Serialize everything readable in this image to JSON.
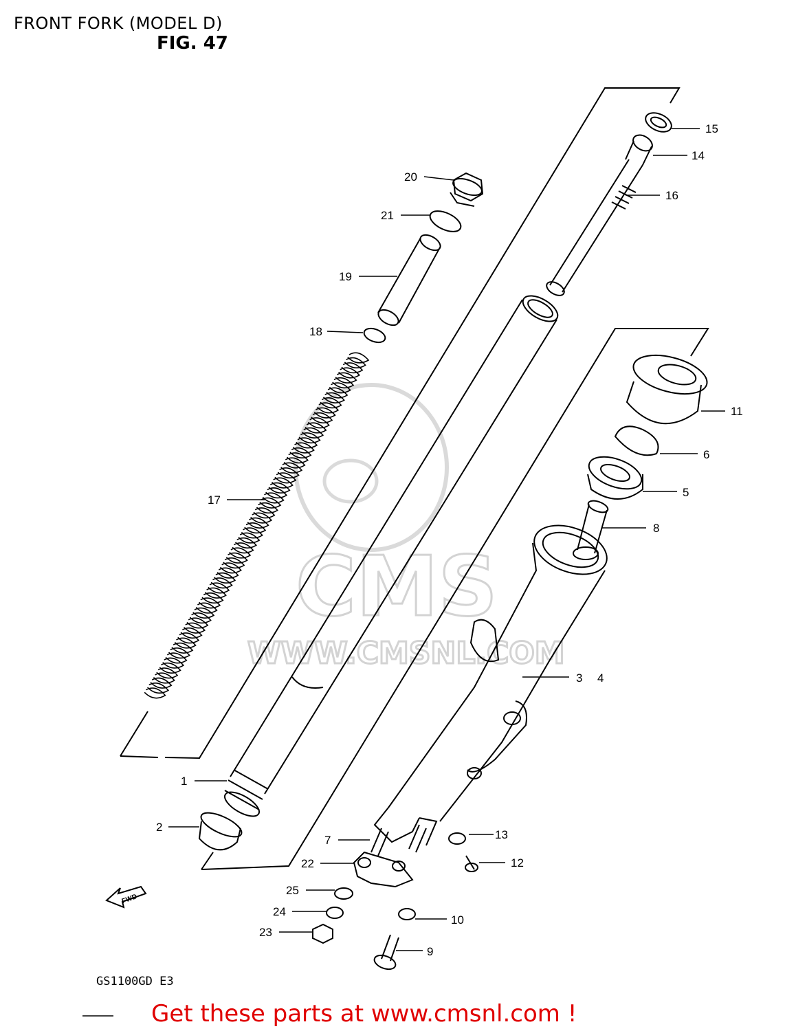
{
  "header": {
    "title": "FRONT FORK (MODEL D)",
    "figure": "FIG. 47"
  },
  "watermark": {
    "brand": "CMS",
    "url": "WWW.CMSNL.COM"
  },
  "fwd_arrow_label": "FWD",
  "model_code": "GS1100GD  E3",
  "footer": {
    "link_text": "Get these parts at www.cmsnl.com !",
    "link_color": "#e00000"
  },
  "callouts": [
    {
      "id": "15",
      "text": "15"
    },
    {
      "id": "14",
      "text": "14"
    },
    {
      "id": "16",
      "text": "16"
    },
    {
      "id": "20",
      "text": "20"
    },
    {
      "id": "21",
      "text": "21"
    },
    {
      "id": "19",
      "text": "19"
    },
    {
      "id": "18",
      "text": "18"
    },
    {
      "id": "17",
      "text": "17"
    },
    {
      "id": "11",
      "text": "11"
    },
    {
      "id": "6",
      "text": "6"
    },
    {
      "id": "5",
      "text": "5"
    },
    {
      "id": "8",
      "text": "8"
    },
    {
      "id": "3",
      "text": "3"
    },
    {
      "id": "4",
      "text": "4"
    },
    {
      "id": "1",
      "text": "1"
    },
    {
      "id": "2",
      "text": "2"
    },
    {
      "id": "7",
      "text": "7"
    },
    {
      "id": "13",
      "text": "13"
    },
    {
      "id": "22",
      "text": "22"
    },
    {
      "id": "12",
      "text": "12"
    },
    {
      "id": "25",
      "text": "25"
    },
    {
      "id": "24",
      "text": "24"
    },
    {
      "id": "10",
      "text": "10"
    },
    {
      "id": "23",
      "text": "23"
    },
    {
      "id": "9",
      "text": "9"
    }
  ]
}
